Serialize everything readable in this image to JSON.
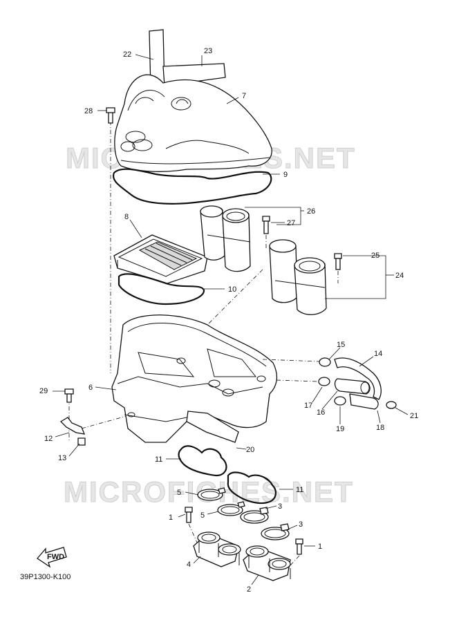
{
  "watermark": "MICROFICHES.NET",
  "diagram_code": "39P1300-K100",
  "fwd_label": "FWD",
  "callouts": {
    "c1a": "1",
    "c1b": "1",
    "c2": "2",
    "c3a": "3",
    "c3b": "3",
    "c4": "4",
    "c5a": "5",
    "c5b": "5",
    "c6": "6",
    "c7": "7",
    "c8": "8",
    "c9": "9",
    "c10": "10",
    "c11a": "11",
    "c11b": "11",
    "c12": "12",
    "c13": "13",
    "c14": "14",
    "c15": "15",
    "c16": "16",
    "c17": "17",
    "c18": "18",
    "c19": "19",
    "c20": "20",
    "c21": "21",
    "c22": "22",
    "c23": "23",
    "c24": "24",
    "c25": "25",
    "c26": "26",
    "c27": "27",
    "c28": "28",
    "c29": "29"
  }
}
